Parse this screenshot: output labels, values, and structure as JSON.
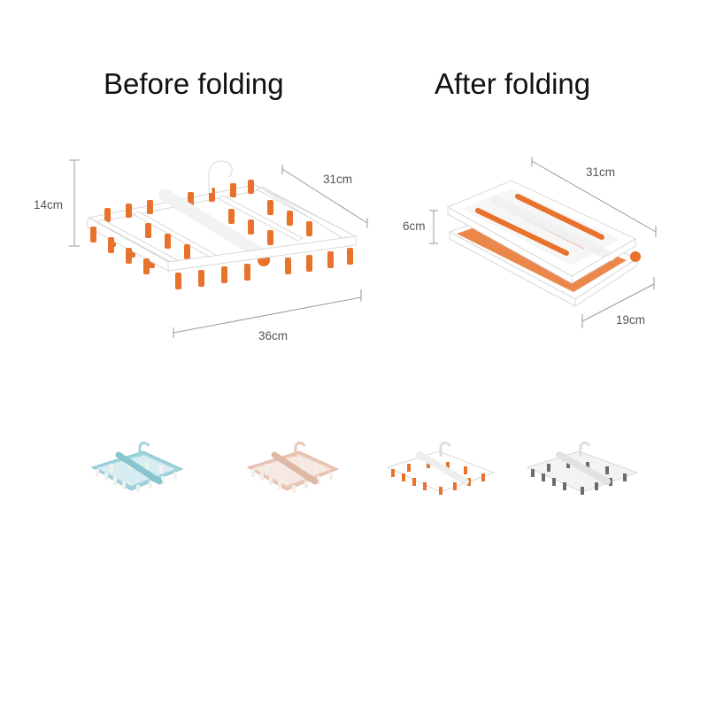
{
  "headings": {
    "before": "Before folding",
    "after": "After folding"
  },
  "dimensions": {
    "before": {
      "height": "14cm",
      "depth": "31cm",
      "width": "36cm"
    },
    "after": {
      "height": "6cm",
      "width": "31cm",
      "depth": "19cm"
    }
  },
  "colors": {
    "frame": "#ffffff",
    "frame_edge": "#d8d8d8",
    "accent": "#e8722c",
    "dimension_line": "#9a9a9a"
  },
  "variants": [
    {
      "name": "blue",
      "frame": "#9fd3dc",
      "clip": "#f1f1ee",
      "rod": "#86c4cf"
    },
    {
      "name": "pink",
      "frame": "#e9c6b6",
      "clip": "#f2efe9",
      "rod": "#dfb7a5"
    },
    {
      "name": "orange",
      "frame": "#ffffff",
      "clip": "#e8722c",
      "rod": "#eeeeee"
    },
    {
      "name": "gray",
      "frame": "#f3f3f3",
      "clip": "#6c6c6c",
      "rod": "#e2e2e2"
    }
  ]
}
